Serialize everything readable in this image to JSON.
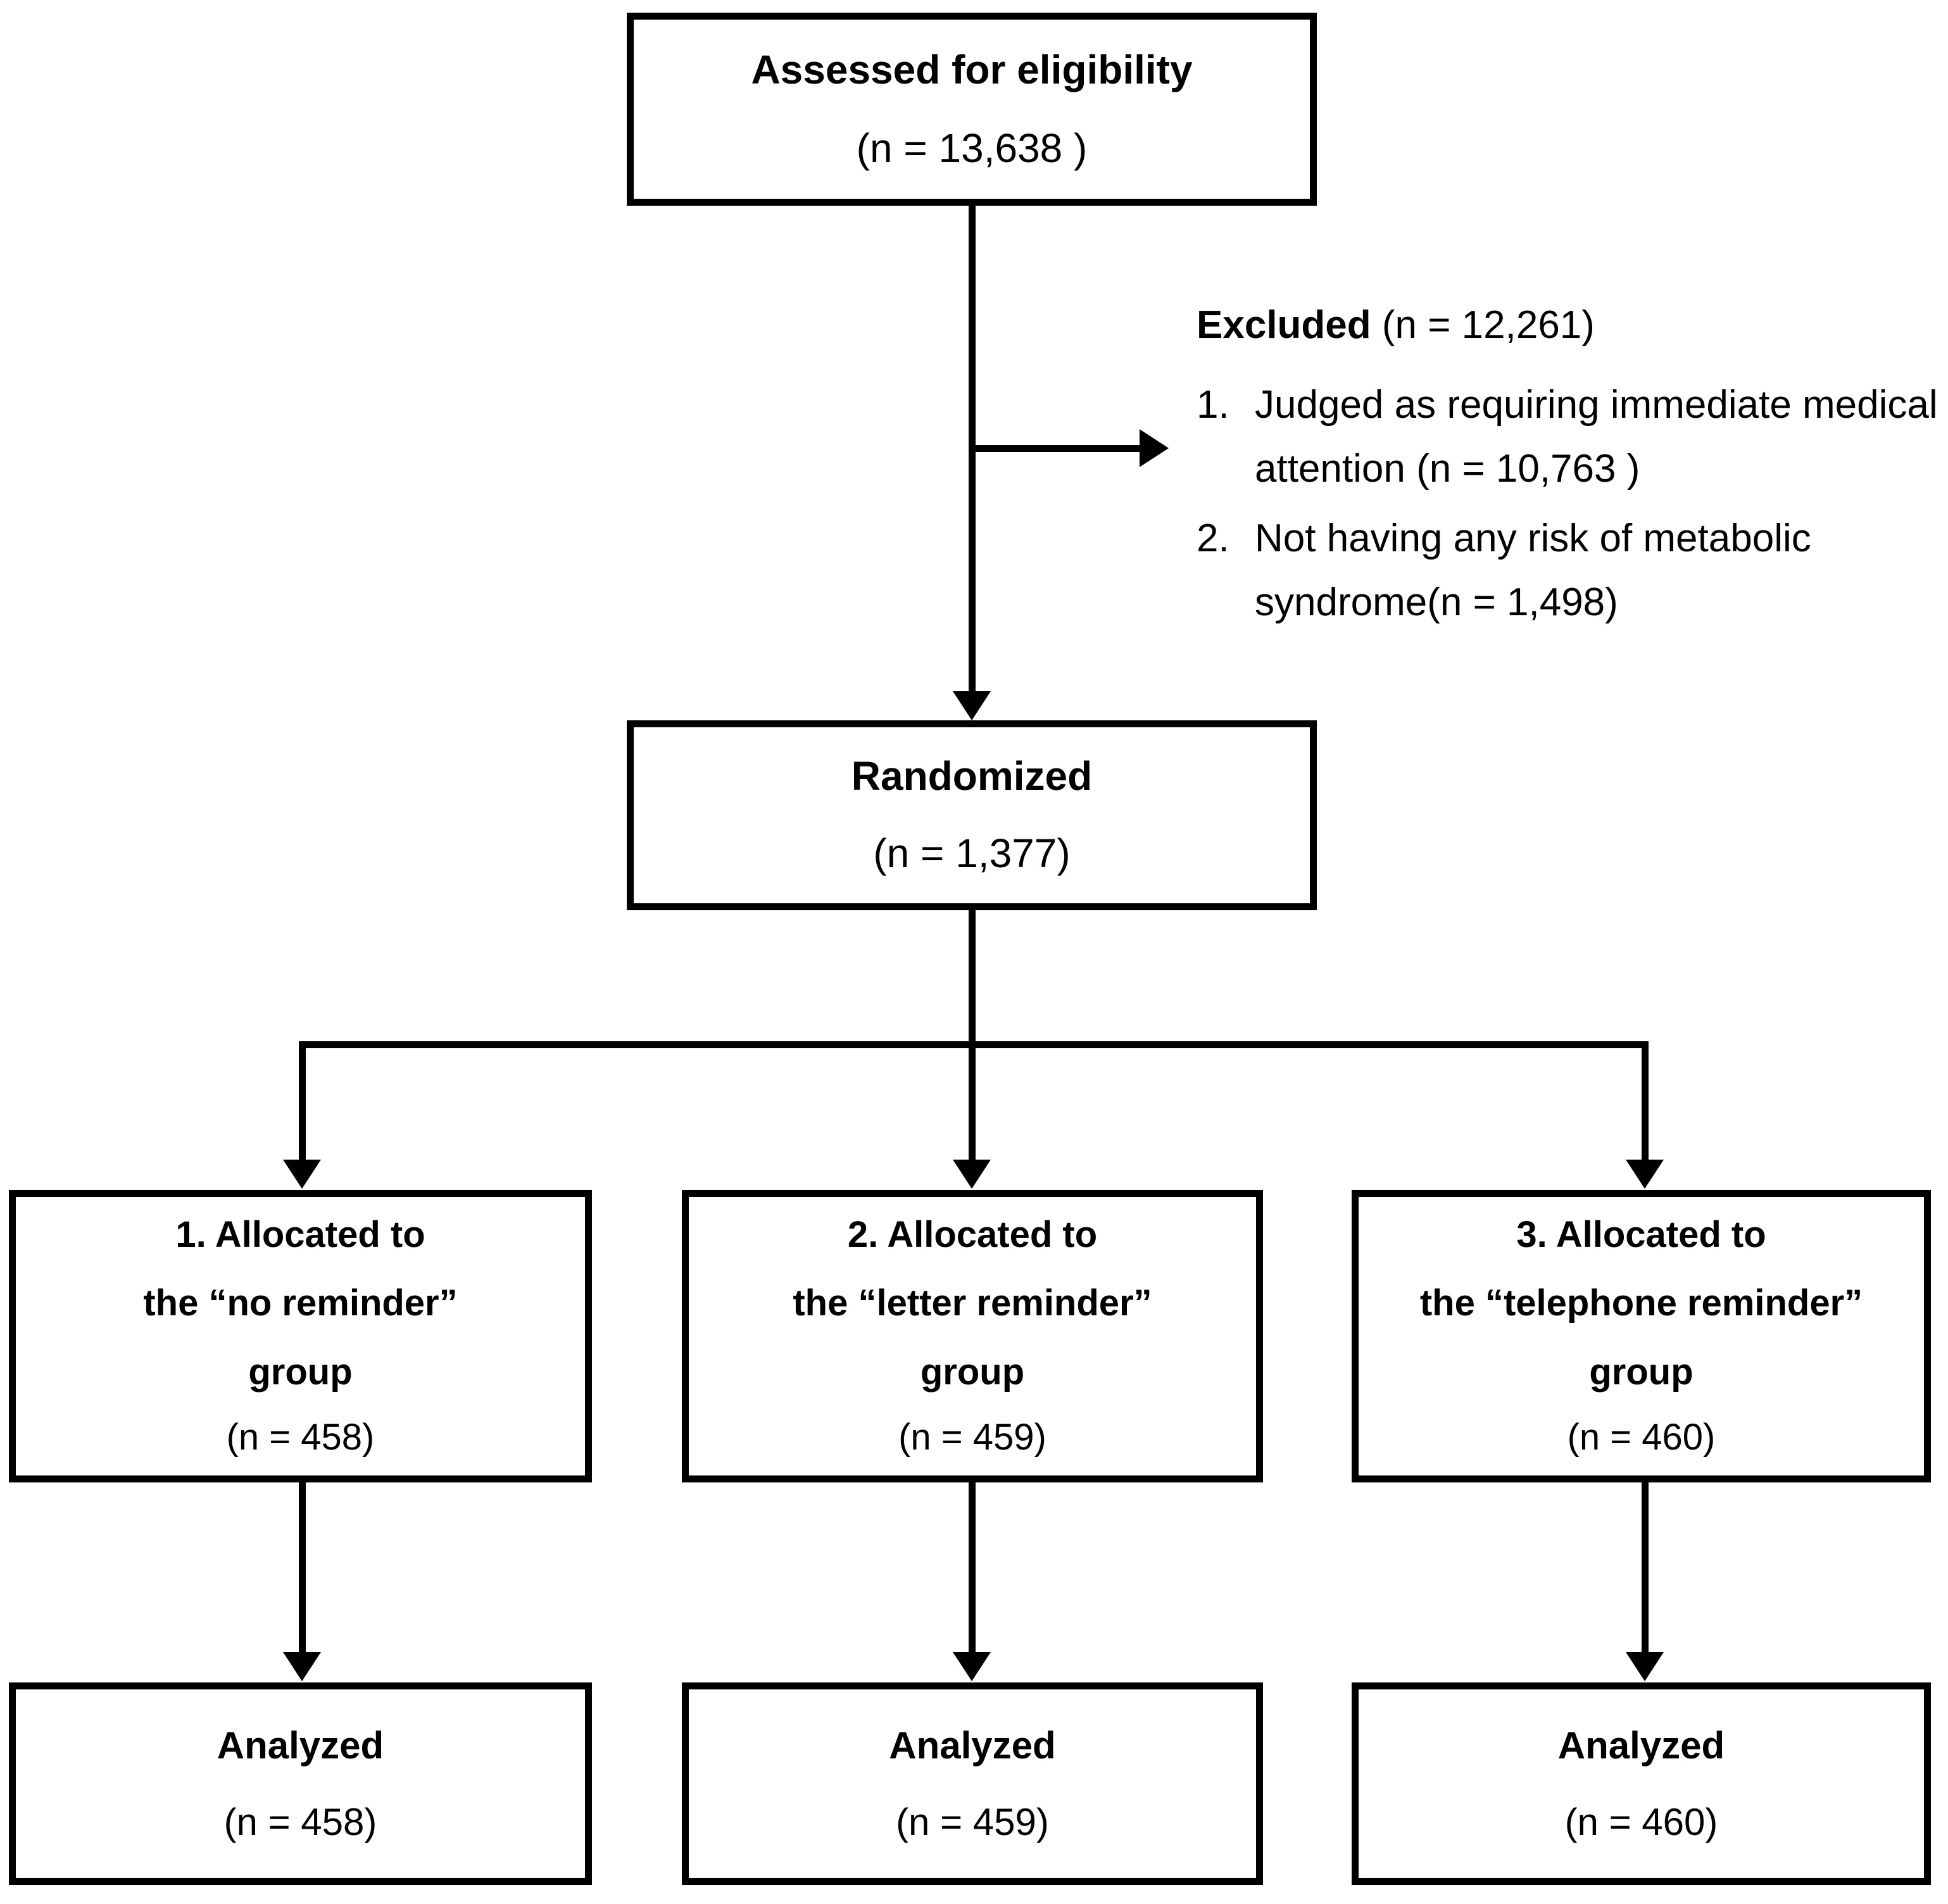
{
  "diagram": {
    "type": "consort-flow-diagram",
    "title": "",
    "stroke_color": "#000000",
    "background_color": "#ffffff"
  },
  "nodes": {
    "assessed": {
      "label": "Assessed for eligibility",
      "count_text": "(n = 13,638 )",
      "n": 13638
    },
    "randomized": {
      "label": "Randomized",
      "count_text": "(n = 1,377)",
      "n": 1377
    },
    "allocated": [
      {
        "line1": "1. Allocated to",
        "line2": "the “no reminder”",
        "line3": "group",
        "count_text": "(n = 458)",
        "n": 458
      },
      {
        "line1": "2. Allocated to",
        "line2": "the “letter reminder”",
        "line3": "group",
        "count_text": "(n = 459)",
        "n": 459
      },
      {
        "line1": "3. Allocated to",
        "line2": "the “telephone reminder”",
        "line3": "group",
        "count_text": "(n = 460)",
        "n": 460
      }
    ],
    "analyzed": [
      {
        "label": "Analyzed",
        "count_text": "(n = 458)",
        "n": 458
      },
      {
        "label": "Analyzed",
        "count_text": "(n = 459)",
        "n": 459
      },
      {
        "label": "Analyzed",
        "count_text": "(n = 460)",
        "n": 460
      }
    ]
  },
  "excluded": {
    "heading_bold": "Excluded",
    "heading_rest": " (n = 12,261)",
    "n": 12261,
    "reasons": [
      {
        "num": "1.",
        "text": "Judged as requiring immediate medical attention (n = 10,763 )",
        "n": 10763
      },
      {
        "num": "2.",
        "text": "Not having any risk of metabolic syndrome(n = 1,498)",
        "n": 1498
      }
    ]
  }
}
